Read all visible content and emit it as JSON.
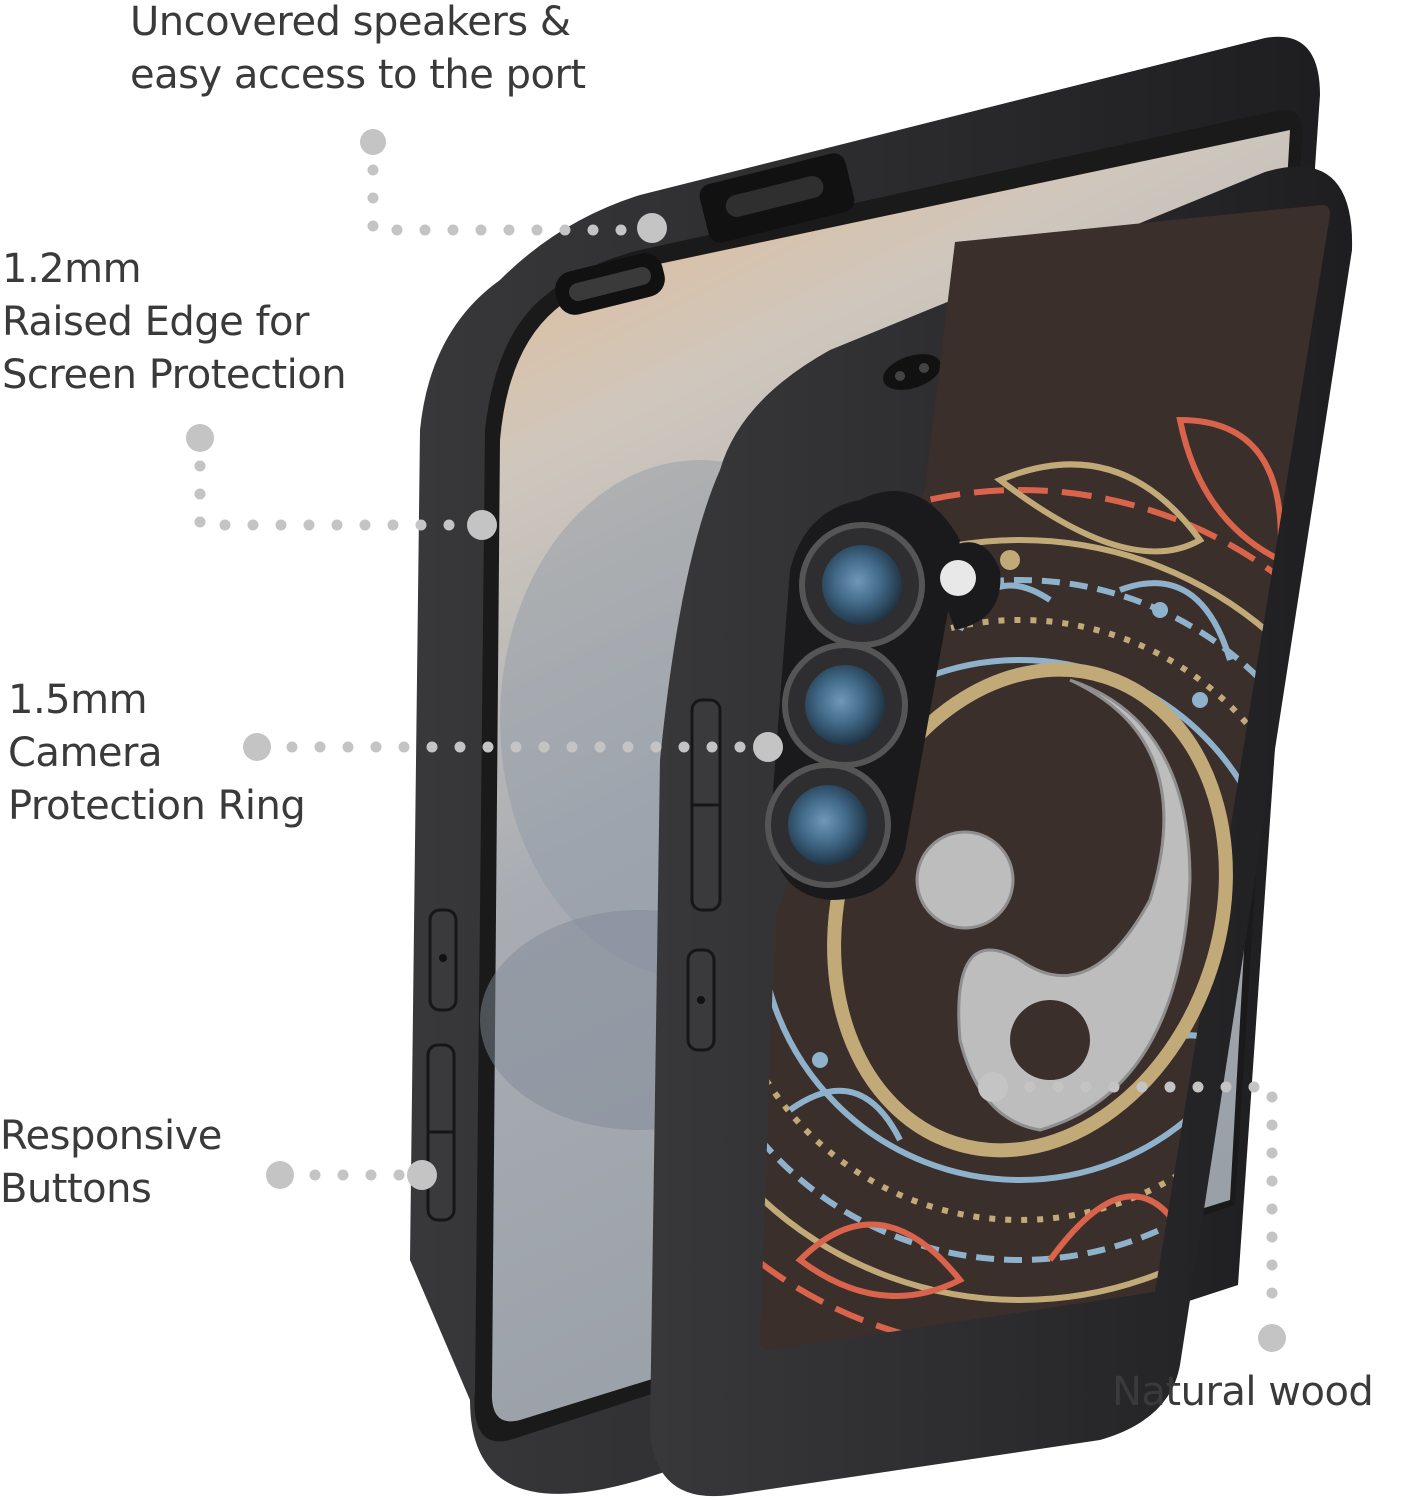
{
  "callouts": {
    "speakers": {
      "lines": [
        "Uncovered speakers &",
        "easy access to the port"
      ]
    },
    "raised_edge": {
      "lines": [
        "1.2mm",
        "Raised Edge for",
        "Screen Protection"
      ]
    },
    "camera_ring": {
      "lines": [
        "1.5mm",
        "Camera",
        "Protection Ring"
      ]
    },
    "buttons": {
      "lines": [
        "Responsive",
        "Buttons"
      ]
    },
    "wood": {
      "lines": [
        "Natural wood"
      ]
    }
  },
  "colors": {
    "text": "#3a3a3a",
    "dot": "#c4c4c4",
    "case_black": "#2b2b2d",
    "wood": "#3b2f2c",
    "mandala_red": "#d9644b",
    "mandala_blue": "#8fb2cc",
    "mandala_gold": "#c2aa78",
    "mandala_silver": "#bdbdbd"
  }
}
